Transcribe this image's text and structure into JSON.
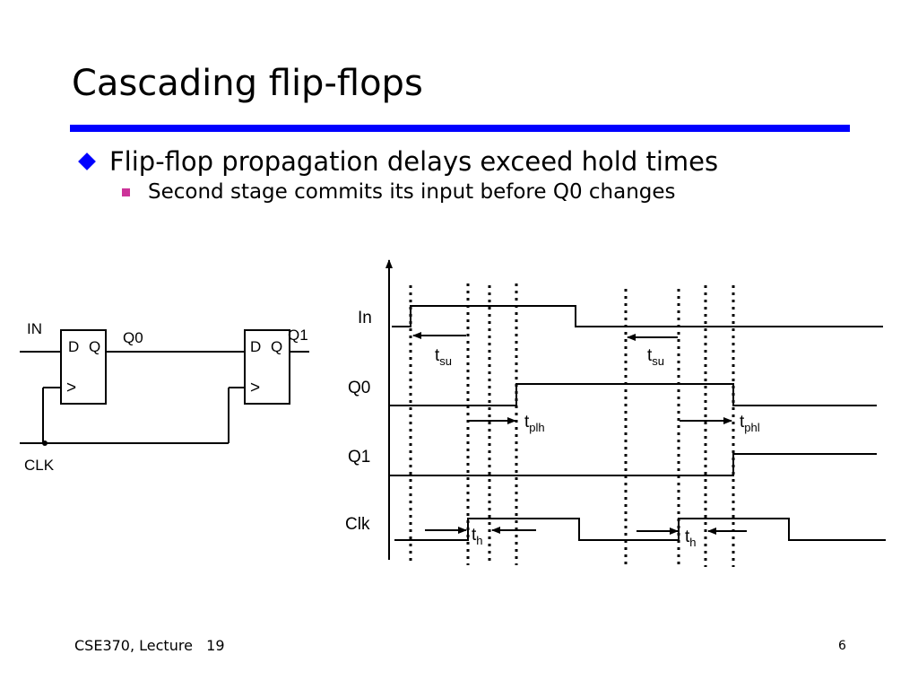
{
  "title": "Cascading flip-flops",
  "bullets": [
    "Flip-flop propagation delays exceed hold times",
    "Second stage commits its input before Q0 changes"
  ],
  "circuit": {
    "input_label": "IN",
    "clock_label": "CLK",
    "ff1": {
      "d_label": "D",
      "q_label": "Q",
      "clk_symbol": ">"
    },
    "ff2": {
      "d_label": "D",
      "q_label": "Q",
      "clk_symbol": ">"
    },
    "net_q0": "Q0",
    "net_q1": "Q1"
  },
  "timing": {
    "signals": [
      "In",
      "Q0",
      "Q1",
      "Clk"
    ],
    "annotations": [
      {
        "symbol": "t",
        "sub": "su"
      },
      {
        "symbol": "t",
        "sub": "su"
      },
      {
        "symbol": "t",
        "sub": "plh"
      },
      {
        "symbol": "t",
        "sub": "phl"
      },
      {
        "symbol": "t",
        "sub": "h"
      },
      {
        "symbol": "t",
        "sub": "h"
      }
    ]
  },
  "footer": {
    "course": "CSE370, Lecture",
    "lecture": "19",
    "page": "6"
  },
  "colors": {
    "accent": "#0000ff",
    "sub_bullet": "#cc3399"
  }
}
